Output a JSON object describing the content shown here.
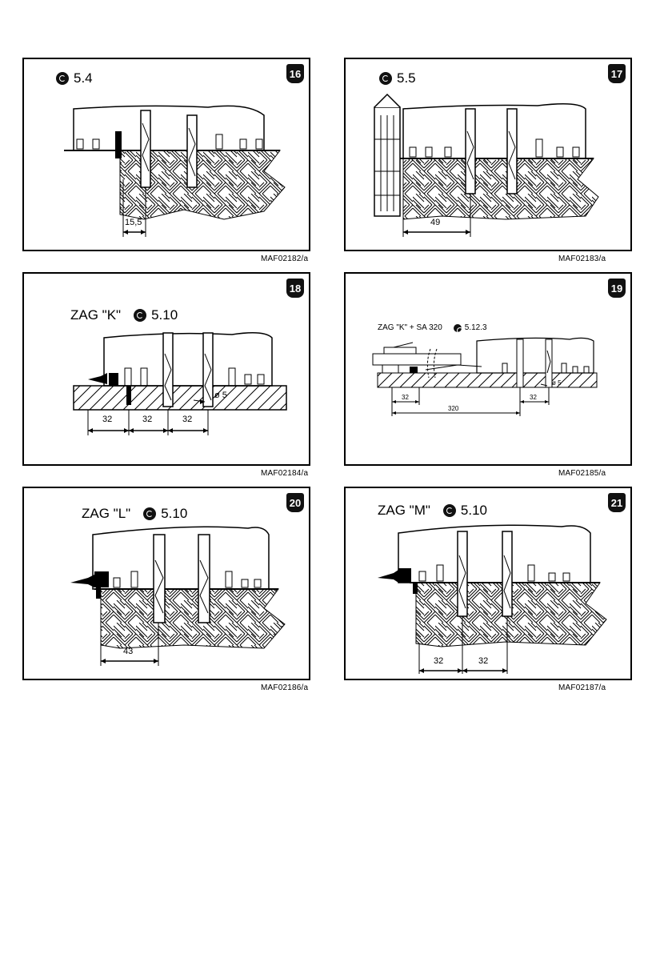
{
  "figures": [
    {
      "badge": "16",
      "section": "5.4",
      "label": "",
      "code": "MAF02182/a",
      "dims": [
        "15,5"
      ]
    },
    {
      "badge": "17",
      "section": "5.5",
      "label": "",
      "code": "MAF02183/a",
      "dims": [
        "49"
      ]
    },
    {
      "badge": "18",
      "section": "5.10",
      "label": "ZAG \"K\"",
      "code": "MAF02184/a",
      "dims": [
        "32",
        "32",
        "32",
        "ø 5"
      ]
    },
    {
      "badge": "19",
      "section": "5.12.3",
      "label": "ZAG \"K\" + SA 320",
      "code": "MAF02185/a",
      "dims": [
        "32",
        "320",
        "32",
        "ø 5"
      ]
    },
    {
      "badge": "20",
      "section": "5.10",
      "label": "ZAG \"L\"",
      "code": "MAF02186/a",
      "dims": [
        "43"
      ]
    },
    {
      "badge": "21",
      "section": "5.10",
      "label": "ZAG \"M\"",
      "code": "MAF02187/a",
      "dims": [
        "32",
        "32"
      ]
    }
  ]
}
